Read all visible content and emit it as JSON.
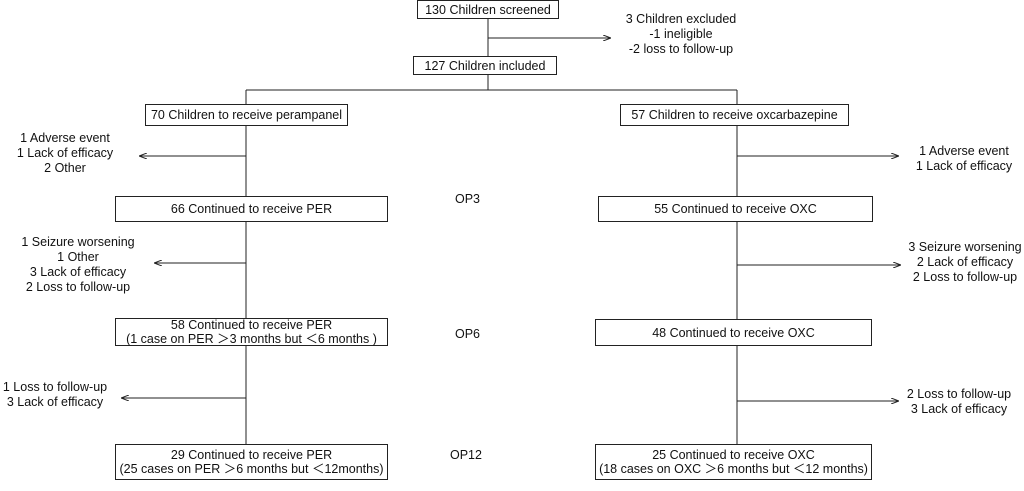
{
  "screened": "130 Children screened",
  "excluded": [
    "3 Children excluded",
    "-1 ineligible",
    "-2 loss to follow-up"
  ],
  "included": "127 Children included",
  "per": {
    "start": "70 Children to receive perampanel",
    "drop1": [
      "1 Adverse event",
      "1 Lack of efficacy",
      "2 Other"
    ],
    "op3": "66 Continued to receive PER",
    "drop2": [
      "1 Seizure worsening",
      "1 Other",
      "3 Lack of efficacy",
      "2 Loss to follow-up"
    ],
    "op6": [
      "58 Continued to receive PER",
      "(1 case on PER ＞3 months but ＜6 months )"
    ],
    "drop3": [
      "1 Loss to follow-up",
      "3 Lack of efficacy"
    ],
    "op12": [
      "29 Continued to receive PER",
      "(25 cases on PER ＞6 months but ＜12months)"
    ]
  },
  "oxc": {
    "start": "57 Children to receive oxcarbazepine",
    "drop1": [
      "1 Adverse event",
      "1 Lack of efficacy"
    ],
    "op3": "55 Continued to receive OXC",
    "drop2": [
      "3 Seizure worsening",
      "2 Lack of efficacy",
      "2 Loss to follow-up"
    ],
    "op6": "48 Continued to receive OXC",
    "drop3": [
      "2 Loss to follow-up",
      "3 Lack of efficacy"
    ],
    "op12": [
      "25 Continued to receive OXC",
      "(18 cases on OXC ＞6 months but ＜12 months)"
    ]
  },
  "timepoints": {
    "op3": "OP3",
    "op6": "OP6",
    "op12": "OP12"
  }
}
